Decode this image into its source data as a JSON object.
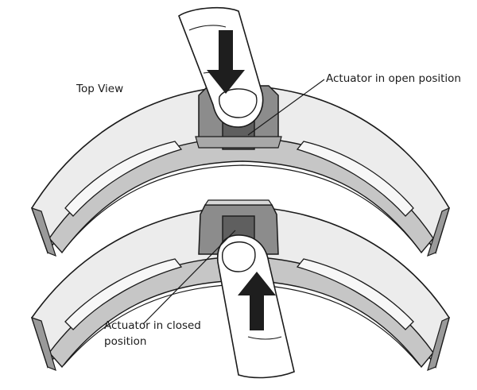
{
  "labels": {
    "top_view": "Top View",
    "open": "Actuator in open position",
    "closed_line1": "Actuator in closed",
    "closed_line2": "position"
  },
  "colors": {
    "outline": "#1a1a1a",
    "light_fill": "#e9e9e9",
    "band_fill": "#c9c9c9",
    "dark_fill": "#8a8a8a",
    "actuator_fill": "#5f5f5f",
    "arrow": "#1e1e1e",
    "finger": "#ffffff"
  }
}
